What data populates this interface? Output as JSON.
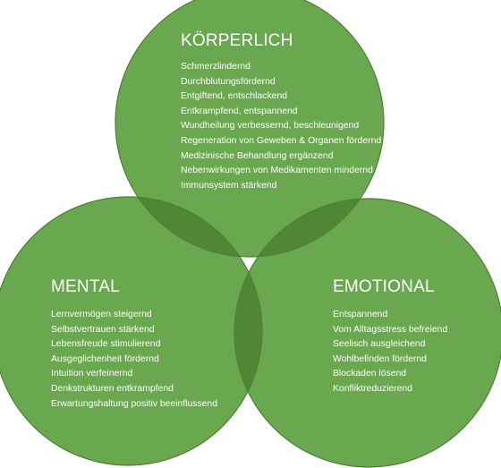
{
  "colors": {
    "circle_fill": "#6aa84f",
    "overlap_fill": "#4f8733",
    "outline": "#4f7d35",
    "text": "#ffffff"
  },
  "sets": {
    "top": {
      "title": "KÖRPERLICH",
      "items": [
        "Schmerzlindernd",
        "Durchblutungsfördernd",
        "Entgiftend, entschlackend",
        "Entkrampfend, entspannend",
        "Wundheilung verbessernd, beschleunigend",
        "Regeneration von Geweben & Organen fördernd",
        "Medizinische Behandlung ergänzend",
        "Nebenwirkungen von Medikamenten mindernd",
        "Immunsystem stärkend"
      ]
    },
    "left": {
      "title": "MENTAL",
      "items": [
        "Lernvermögen steigernd",
        "Selbstvertrauen stärkend",
        "Lebensfreude stimulierend",
        "Ausgeglichenheit fördernd",
        "Intuition verfeinernd",
        "Denkstrukturen entkrampfend",
        "Erwartungshaltung positiv beeinflussend"
      ]
    },
    "right": {
      "title": "EMOTIONAL",
      "items": [
        "Entspannend",
        "Vom Alltagsstress befreiend",
        "Seelisch ausgleichend",
        "Wohlbefinden fördernd",
        "Blockaden lösend",
        "Konfliktreduzierend"
      ]
    }
  }
}
